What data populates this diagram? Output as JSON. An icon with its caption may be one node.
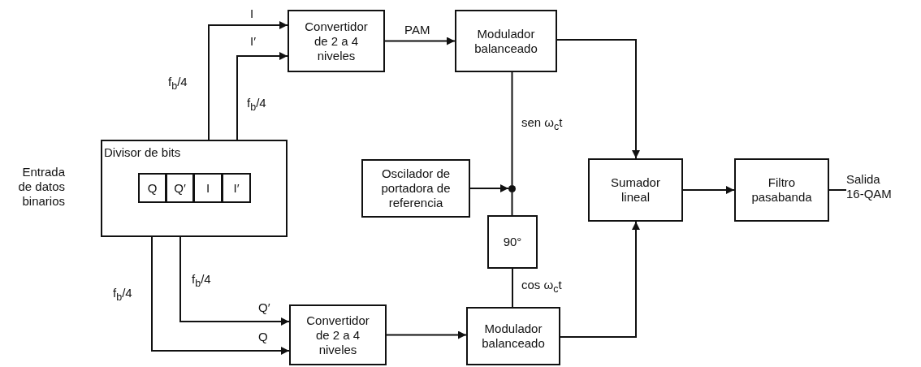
{
  "diagram": {
    "nodes": [
      {
        "text": [
          "Divisor de bits"
        ]
      },
      {
        "text": [
          "Q"
        ],
        "in": 0
      },
      {
        "text": [
          "Q′"
        ],
        "in": 0
      },
      {
        "text": [
          "I"
        ],
        "in": 0
      },
      {
        "text": [
          "I′"
        ],
        "in": 0
      },
      {
        "text": [
          "Convertidor de 2 a 4 niveles"
        ]
      },
      {
        "text": [
          "Modulador balanceado"
        ]
      },
      {
        "text": [
          "Oscilador de portadora de referencia"
        ]
      },
      {
        "text": [
          "90°"
        ]
      },
      {
        "text": [
          "Sumador lineal"
        ]
      },
      {
        "text": [
          "Filtro pasabanda"
        ]
      },
      {
        "text": [
          "Convertidor de 2 a 4 niveles"
        ]
      },
      {
        "text": [
          "Modulador balanceado"
        ]
      },
      {
        "text": [
          "Salida 16-QAM"
        ]
      },
      {
        "text": [],
        "shape": "circle"
      }
    ],
    "edges": [
      {
        "from": 3,
        "to": 5,
        "arrow": "to",
        "label": "f$_{b}$/4"
      },
      {
        "from": 4,
        "to": 5,
        "arrow": "to",
        "label": "f$_{b}$/4"
      },
      {
        "from": 2,
        "to": 11,
        "arrow": "to",
        "label": "f$_{b}$/4"
      },
      {
        "from": 1,
        "to": 11,
        "arrow": "to",
        "label": "f$_{b}$/4"
      },
      {
        "from": 5,
        "to": 6,
        "arrow": "to",
        "label": "PAM"
      },
      {
        "from": 11,
        "to": 12,
        "arrow": "to"
      },
      {
        "from": 7,
        "to": 14,
        "arrow": "to"
      },
      {
        "from": 14,
        "to": 6,
        "arrow": "none",
        "label": "sen ω$_{c}$t"
      },
      {
        "from": 14,
        "to": 8,
        "arrow": "none"
      },
      {
        "from": 8,
        "to": 12,
        "arrow": "none",
        "label": "cos ω$_{c}$t"
      },
      {
        "from": 6,
        "to": 9,
        "arrow": "to"
      },
      {
        "from": 12,
        "to": 9,
        "arrow": "to"
      },
      {
        "from": 9,
        "to": 10,
        "arrow": "to"
      },
      {
        "from": 10,
        "to": 13,
        "arrow": "none"
      }
    ],
    "labels": [
      "I",
      "I′",
      "Entrada de datos binarios",
      "Q′",
      "Q"
    ]
  }
}
